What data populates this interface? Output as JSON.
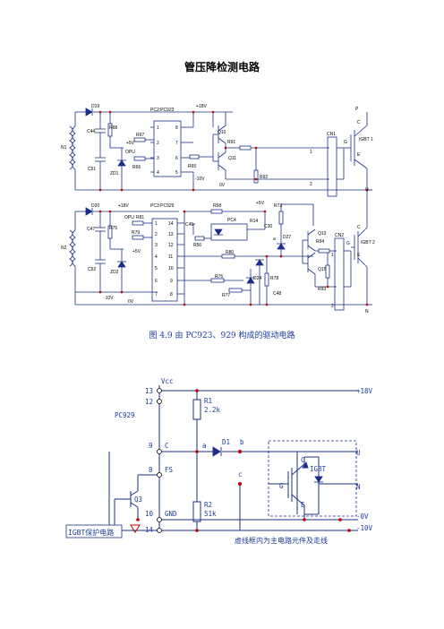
{
  "title": "管压降检测电路",
  "caption": "图 4.9    由 PC923、929 构成的驱动电路",
  "top_circuit": {
    "labels": {
      "d19": "D19",
      "r68": "R68",
      "c44": "C44",
      "r67": "R67",
      "n1": "N1",
      "plus5v_a": "+5V",
      "opu_a": "OPU",
      "r66": "R66",
      "c51": "C51",
      "zd1": "ZD1",
      "pc2": "PC2:PC923",
      "plus18v_a": "+18V",
      "q10": "Q10",
      "r91": "R91",
      "q11": "Q11",
      "r65": "R65",
      "minus10v_a": "-10V",
      "zero_v_a": "0V",
      "r92": "R92",
      "cn1": "CN1",
      "p": "P",
      "c_top": "C",
      "g_top": "G",
      "e_top": "E",
      "igbt1": "IGBT 1",
      "u": "U",
      "d20": "D20",
      "plus18v_b": "+18V",
      "r81": "R81",
      "opu_b": "OPU",
      "pc3": "PC3:PC929",
      "r58": "R58",
      "c45": "C45",
      "pc4": "PC4",
      "r14": "R14",
      "plus5v_b": "+5V",
      "r73": "R73",
      "c47": "C47",
      "r75": "R75",
      "r79": "R79",
      "plus5v_c": "+5V",
      "r56": "R56",
      "r80": "R80",
      "c30": "C30",
      "d27": "D27",
      "q13": "Q13",
      "r94": "R94",
      "cn2": "CN2",
      "c_bot": "C",
      "g_bot": "G",
      "e_bot": "E",
      "igbt2": "IGBT 2",
      "n2": "N2",
      "c52": "C52",
      "zd2": "ZD2",
      "r76": "R76",
      "d24": "D24",
      "r78": "R78",
      "q15": "Q15",
      "r77": "R77",
      "c48": "C48",
      "r93": "R93",
      "minus10v_b": "-10V",
      "zero_v_b": "0V",
      "n": "N",
      "a": "a",
      "pins_pc2_left": [
        "1",
        "2",
        "3",
        "4"
      ],
      "pins_pc2_right": [
        "8",
        "7",
        "6",
        "5"
      ],
      "pins_pc3_left": [
        "1",
        "2",
        "3",
        "4",
        "5",
        "6",
        "7"
      ],
      "pins_pc3_right": [
        "14",
        "13",
        "12",
        "11",
        "10",
        "9",
        "8"
      ],
      "cn_pins": [
        "1",
        "2"
      ]
    }
  },
  "bottom_circuit": {
    "pc929": "PC929",
    "vcc": "Vcc",
    "pin13": "13",
    "pin12": "12",
    "pin9": "9",
    "pin8": "8",
    "pin10": "10",
    "pin14": "14",
    "pin_c": "C",
    "pin_fs": "FS",
    "pin_gnd": "GND",
    "plus18v": "+18V",
    "r1": "R1",
    "r1_val": "2.2k",
    "r2": "R2",
    "r2_val": "51k",
    "a": "a",
    "d1": "D1",
    "b": "b",
    "c": "c",
    "u": "U",
    "n": "N",
    "igbt": "IGBT",
    "g": "G",
    "c_term": "C",
    "e_term": "E",
    "q3": "Q3",
    "zero_v": "-0V",
    "minus10v": "-10V",
    "protect": "IGBT保护电路",
    "note": "虚线框内为主电路元件及走线"
  }
}
